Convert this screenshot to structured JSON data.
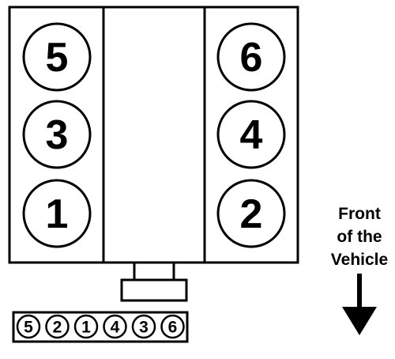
{
  "engine": {
    "left_bank": [
      {
        "number": "5"
      },
      {
        "number": "3"
      },
      {
        "number": "1"
      }
    ],
    "right_bank": [
      {
        "number": "6"
      },
      {
        "number": "4"
      },
      {
        "number": "2"
      }
    ]
  },
  "firing_order": [
    "5",
    "2",
    "1",
    "4",
    "3",
    "6"
  ],
  "front_label": {
    "line1": "Front",
    "line2": "of the",
    "line3": "Vehicle"
  },
  "colors": {
    "ink": "#000000",
    "paper": "#ffffff"
  },
  "icons": {
    "direction": "arrow-down-icon"
  }
}
